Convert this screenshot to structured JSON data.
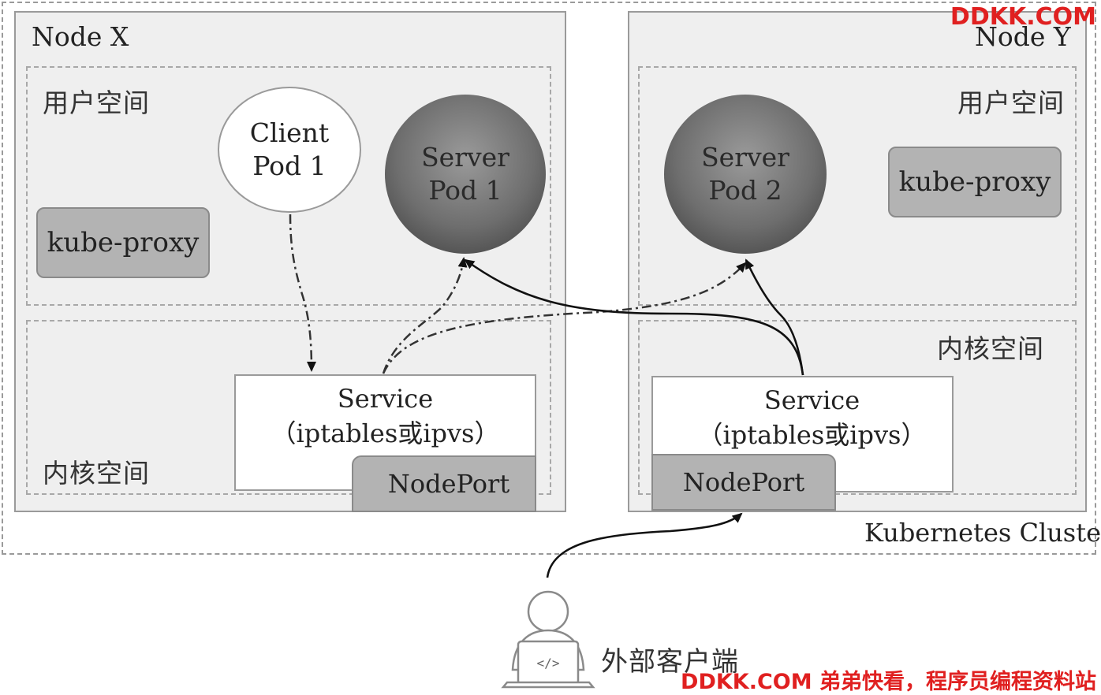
{
  "cluster": {
    "label": "Kubernetes Cluster"
  },
  "node_x": {
    "title": "Node X",
    "user_space": "用户空间",
    "kernel_space": "内核空间",
    "client_pod": {
      "line1": "Client",
      "line2": "Pod 1"
    },
    "server_pod": {
      "line1": "Server",
      "line2": "Pod 1"
    },
    "kube_proxy": "kube-proxy",
    "service": {
      "line1": "Service",
      "line2": "（iptables或ipvs）"
    },
    "nodeport": "NodePort"
  },
  "node_y": {
    "title": "Node Y",
    "user_space": "用户空间",
    "kernel_space": "内核空间",
    "server_pod": {
      "line1": "Server",
      "line2": "Pod 2"
    },
    "kube_proxy": "kube-proxy",
    "service": {
      "line1": "Service",
      "line2": "（iptables或ipvs）"
    },
    "nodeport": "NodePort"
  },
  "external_client": {
    "label": "外部客户端",
    "icon": "developer-laptop-icon"
  },
  "watermark": {
    "top": "DDKK.COM",
    "bottom": "DDKK.COM 弟弟快看，程序员编程资料站"
  },
  "colors": {
    "node_bg": "#efefef",
    "proxy_bg": "#b3b3b3",
    "server_pod": "#555555",
    "watermark": "#e02020"
  }
}
